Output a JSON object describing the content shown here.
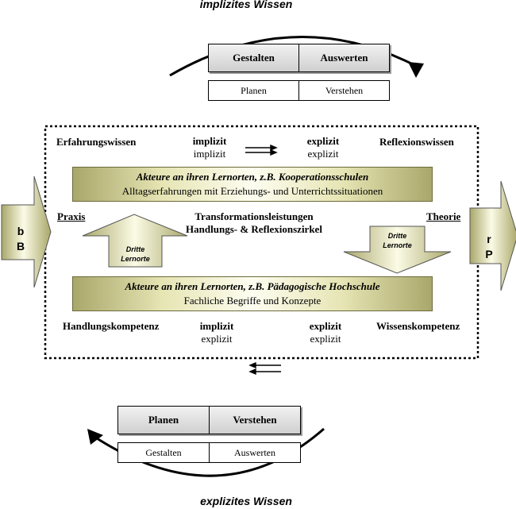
{
  "top_title": "implizites Wissen",
  "bottom_title": "explizites Wissen",
  "top_box": {
    "row1": [
      "Gestalten",
      "Auswerten"
    ],
    "row2": [
      "Planen",
      "Verstehen"
    ]
  },
  "bottom_box": {
    "row1": [
      "Planen",
      "Verstehen"
    ],
    "row2": [
      "Gestalten",
      "Auswerten"
    ]
  },
  "header_row": {
    "left": "Erfahrungswissen",
    "mid1_top": "implizit",
    "mid1_bottom": "implizit",
    "mid2_top": "explizit",
    "mid2_bottom": "explizit",
    "right": "Reflexionswissen"
  },
  "banner_top": {
    "line1": "Akteure an ihren Lernorten, z.B. Kooperationsschulen",
    "line2": "Alltagserfahrungen mit Erziehungs- und Unterrichtssituationen"
  },
  "middle": {
    "praxis": "Praxis",
    "theorie": "Theorie",
    "center_line1": "Transformationsleistungen",
    "center_line2": "Handlungs- & Reflexionszirkel",
    "up_arrow_line1": "Dritte",
    "up_arrow_line2": "Lernorte",
    "down_arrow_line1": "Dritte",
    "down_arrow_line2": "Lernorte"
  },
  "banner_bottom": {
    "line1": "Akteure an ihren Lernorten, z.B. Pädagogische Hochschule",
    "line2": "Fachliche Begriffe und Konzepte"
  },
  "footer_row": {
    "left": "Handlungskompetenz",
    "mid1_top": "implizit",
    "mid1_bottom": "explizit",
    "mid2_top": "explizit",
    "mid2_bottom": "explizit",
    "right": "Wissenskompetenz"
  },
  "left_arrow": {
    "line1": "b",
    "line2": "B"
  },
  "right_arrow": {
    "line1": "r",
    "line2": "P"
  },
  "colors": {
    "arrow_fill_light": "#fbfbe6",
    "arrow_fill_dark": "#a9a76a",
    "banner_edge": "#a9a76a"
  }
}
